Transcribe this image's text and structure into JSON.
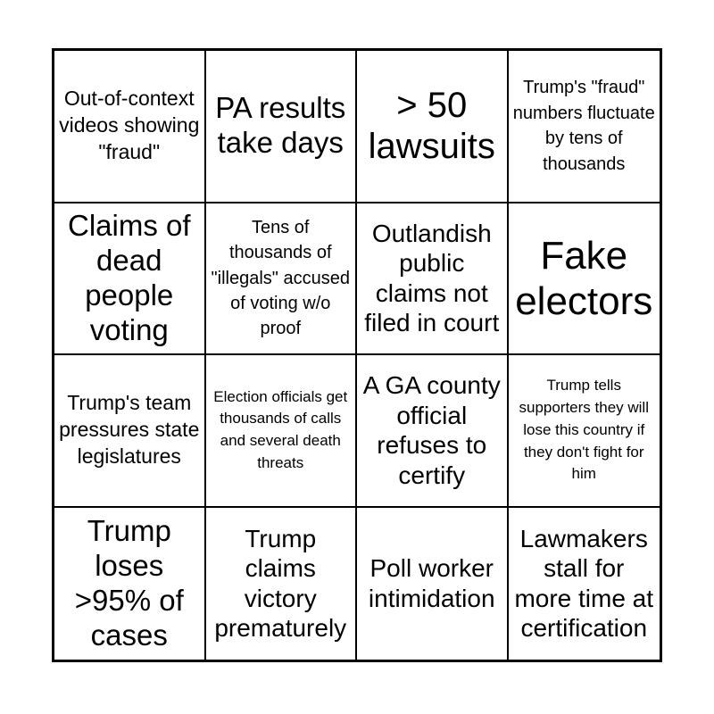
{
  "card": {
    "type": "bingo-card",
    "rows": 4,
    "columns": 4,
    "background_color": "#ffffff",
    "border_color": "#000000",
    "text_color": "#000000",
    "cells": [
      {
        "row": 1,
        "col": 1,
        "text": "Out-of-context videos showing \"fraud\"",
        "marked": false
      },
      {
        "row": 1,
        "col": 2,
        "text": "PA results take days",
        "marked": false
      },
      {
        "row": 1,
        "col": 3,
        "text": "> 50 lawsuits",
        "marked": false
      },
      {
        "row": 1,
        "col": 4,
        "text": "Trump's \"fraud\" numbers fluctuate by tens of thousands",
        "marked": false
      },
      {
        "row": 2,
        "col": 1,
        "text": "Claims of dead people voting",
        "marked": false
      },
      {
        "row": 2,
        "col": 2,
        "text": "Tens of thousands of \"illegals\" accused of voting w/o proof",
        "marked": false
      },
      {
        "row": 2,
        "col": 3,
        "text": "Outlandish public claims not filed in court",
        "marked": false
      },
      {
        "row": 2,
        "col": 4,
        "text": "Fake electors",
        "marked": false
      },
      {
        "row": 3,
        "col": 1,
        "text": "Trump's team pressures state legislatures",
        "marked": false
      },
      {
        "row": 3,
        "col": 2,
        "text": "Election officials get thousands of calls and several death threats",
        "marked": false
      },
      {
        "row": 3,
        "col": 3,
        "text": "A GA county official refuses to certify",
        "marked": false
      },
      {
        "row": 3,
        "col": 4,
        "text": "Trump tells supporters they will lose this country if they don't fight for him",
        "marked": false
      },
      {
        "row": 4,
        "col": 1,
        "text": "Trump loses >95% of cases",
        "marked": false
      },
      {
        "row": 4,
        "col": 2,
        "text": "Trump claims victory prematurely",
        "marked": false
      },
      {
        "row": 4,
        "col": 3,
        "text": "Poll worker intimidation",
        "marked": false
      },
      {
        "row": 4,
        "col": 4,
        "text": "Lawmakers stall for more time at certification",
        "marked": false
      }
    ]
  }
}
